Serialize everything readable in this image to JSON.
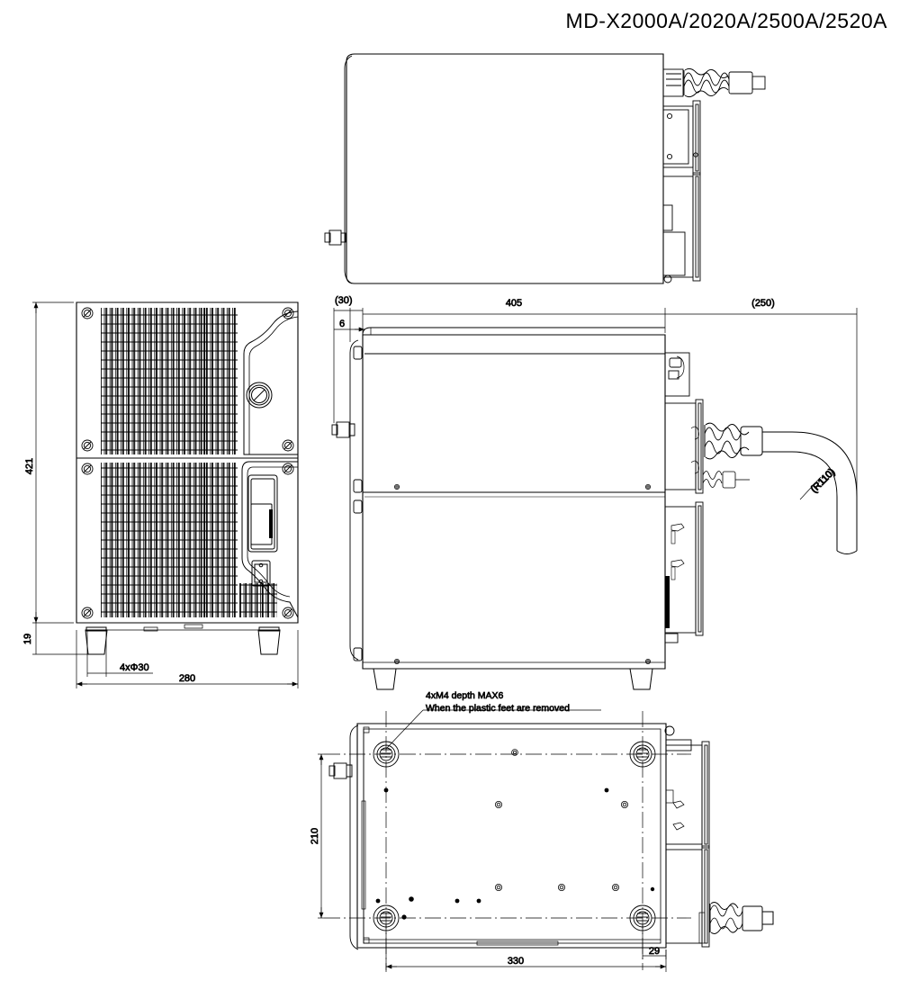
{
  "drawing": {
    "title": "MD-X2000A/2020A/2500A/2520A",
    "type": "mechanical-outline-drawing",
    "units": "mm",
    "views": [
      {
        "name": "top-view",
        "label": ""
      },
      {
        "name": "front-view",
        "label": ""
      },
      {
        "name": "side-view",
        "label": ""
      },
      {
        "name": "bottom-view",
        "label": ""
      }
    ],
    "dimensions": {
      "front_height": "421",
      "front_width": "280",
      "foot_height": "19",
      "foot_holes": "4xΦ30",
      "side_offset_left": "(30)",
      "side_step": "6",
      "side_length": "405",
      "cable_extent": "(250)",
      "cable_radius": "(R110)",
      "bottom_hole_pitch_y": "210",
      "bottom_hole_pitch_x": "330",
      "bottom_right_offset": "29"
    },
    "notes": {
      "thread_spec": "4xM4 depth MAX6",
      "thread_condition": "When the plastic feet are removed"
    },
    "colors": {
      "line": "#000000",
      "background": "#ffffff",
      "text": "#000000"
    }
  }
}
